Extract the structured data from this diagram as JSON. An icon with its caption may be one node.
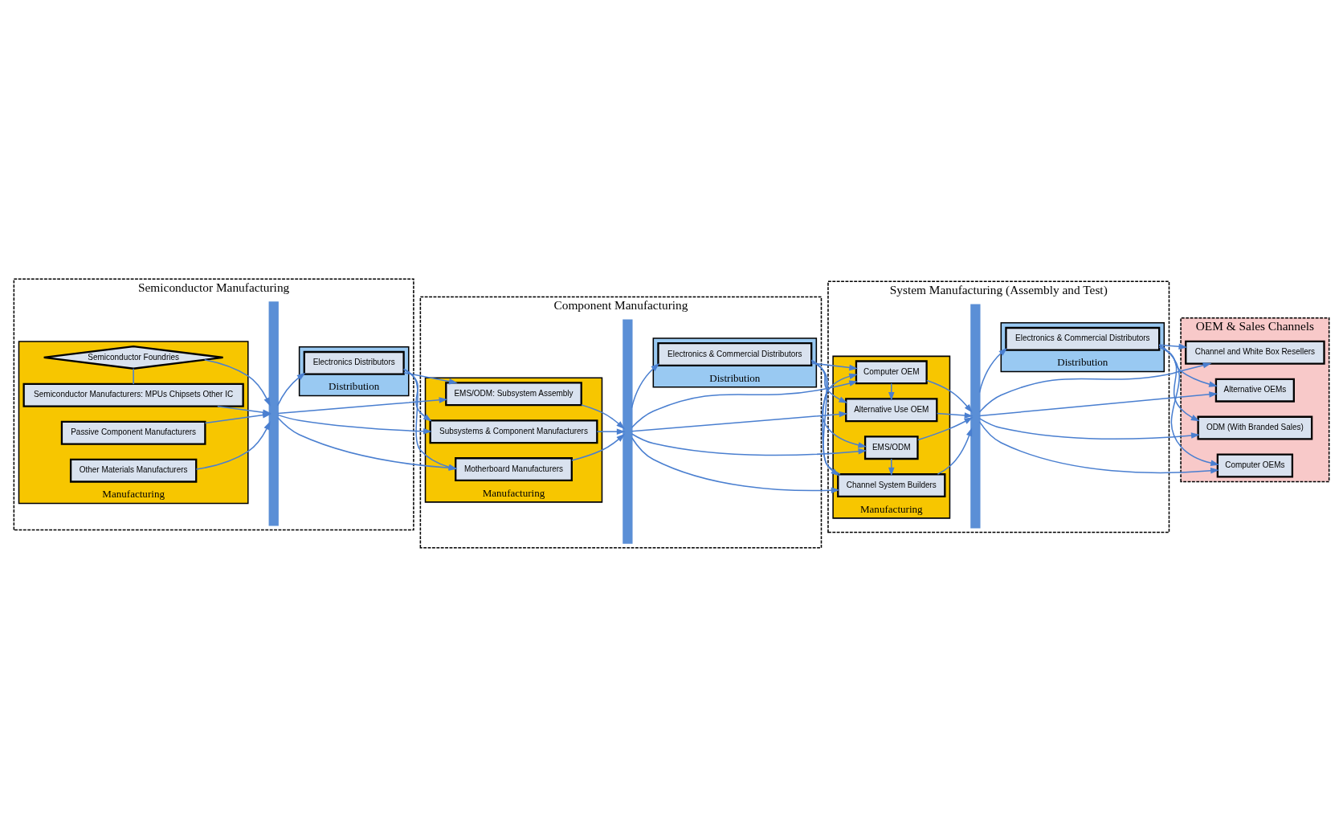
{
  "diagram": {
    "nodes": [
      {
        "text": [
          "Semiconductor Manufacturing"
        ]
      },
      {
        "text": [
          "Manufacturing"
        ],
        "in": 0
      },
      {
        "text": [
          "Semiconductor Foundries"
        ],
        "in": 1
      },
      {
        "text": [
          "Semiconductor Manufacturers: MPUs Chipsets Other IC"
        ],
        "in": 1
      },
      {
        "text": [
          "Passive Component Manufacturers"
        ],
        "in": 1
      },
      {
        "text": [
          "Other Materials Manufacturers"
        ],
        "in": 1
      },
      {
        "text": [],
        "shape": "bar",
        "in": 0
      },
      {
        "text": [
          "Distribution"
        ],
        "in": 0
      },
      {
        "text": [
          "Electronics Distributors"
        ],
        "in": 7
      },
      {
        "text": [
          "Component Manufacturing"
        ]
      },
      {
        "text": [
          "Manufacturing"
        ],
        "in": 9
      },
      {
        "text": [
          "Motherboard Manufacturers"
        ],
        "in": 10
      },
      {
        "text": [
          "EMS/ODM: Subsystem Assembly"
        ],
        "in": 10
      },
      {
        "text": [
          "Subsystems & Component Manufacturers"
        ],
        "in": 10
      },
      {
        "text": [],
        "shape": "bar",
        "in": 9
      },
      {
        "text": [
          "Distribution"
        ],
        "in": 9
      },
      {
        "text": [
          "Electronics & Commercial Distributors"
        ],
        "in": 15
      },
      {
        "text": [
          "System Manufacturing (Assembly and Test)"
        ]
      },
      {
        "text": [
          "Manufacturing"
        ],
        "in": 17
      },
      {
        "text": [
          "EMS/ODM"
        ],
        "in": 18
      },
      {
        "text": [
          "Channel System Builders"
        ],
        "in": 18
      },
      {
        "text": [
          "Computer OEM"
        ],
        "in": 18
      },
      {
        "text": [
          "Alternative Use OEM"
        ],
        "in": 18
      },
      {
        "text": [],
        "shape": "bar",
        "in": 17
      },
      {
        "text": [
          "Distribution"
        ],
        "in": 17
      },
      {
        "text": [
          "Electronics & Commercial Distributors"
        ],
        "in": 24
      },
      {
        "text": [
          "OEM & Sales Channels"
        ]
      },
      {
        "text": [
          "ODM (With Branded Sales)"
        ],
        "in": 26
      },
      {
        "text": [
          "Computer OEMs"
        ],
        "in": 26
      },
      {
        "text": [
          "Channel and White Box Resellers"
        ],
        "in": 26
      },
      {
        "text": [
          "Alternative OEMs"
        ],
        "in": 26
      }
    ],
    "edges": [
      {
        "from": 2,
        "to": 3,
        "arrow": "none"
      },
      {
        "from": 2,
        "to": 6,
        "arrow": "to"
      },
      {
        "from": 3,
        "to": 6,
        "arrow": "to"
      },
      {
        "from": 4,
        "to": 6,
        "arrow": "to"
      },
      {
        "from": 5,
        "to": 6,
        "arrow": "to"
      },
      {
        "from": 6,
        "to": 8,
        "arrow": "to"
      },
      {
        "from": 6,
        "to": 11,
        "arrow": "to"
      },
      {
        "from": 6,
        "to": 12,
        "arrow": "to"
      },
      {
        "from": 6,
        "to": 13,
        "arrow": "to"
      },
      {
        "from": 8,
        "to": 11,
        "arrow": "to"
      },
      {
        "from": 8,
        "to": 12,
        "arrow": "to"
      },
      {
        "from": 8,
        "to": 13,
        "arrow": "to"
      },
      {
        "from": 11,
        "to": 14,
        "arrow": "to"
      },
      {
        "from": 12,
        "to": 14,
        "arrow": "to"
      },
      {
        "from": 13,
        "to": 14,
        "arrow": "to"
      },
      {
        "from": 14,
        "to": 16,
        "arrow": "to"
      },
      {
        "from": 14,
        "to": 19,
        "arrow": "to"
      },
      {
        "from": 14,
        "to": 20,
        "arrow": "to"
      },
      {
        "from": 14,
        "to": 21,
        "arrow": "to"
      },
      {
        "from": 14,
        "to": 22,
        "arrow": "to"
      },
      {
        "from": 16,
        "to": 19,
        "arrow": "to"
      },
      {
        "from": 16,
        "to": 20,
        "arrow": "to"
      },
      {
        "from": 16,
        "to": 21,
        "arrow": "to"
      },
      {
        "from": 16,
        "to": 22,
        "arrow": "to"
      },
      {
        "from": 19,
        "to": 20,
        "arrow": "to"
      },
      {
        "from": 20,
        "to": 21,
        "arrow": "to"
      },
      {
        "from": 21,
        "to": 22,
        "arrow": "to"
      },
      {
        "from": 19,
        "to": 23,
        "arrow": "to"
      },
      {
        "from": 20,
        "to": 23,
        "arrow": "to"
      },
      {
        "from": 21,
        "to": 23,
        "arrow": "to"
      },
      {
        "from": 22,
        "to": 23,
        "arrow": "to"
      },
      {
        "from": 23,
        "to": 25,
        "arrow": "to"
      },
      {
        "from": 23,
        "to": 27,
        "arrow": "to"
      },
      {
        "from": 23,
        "to": 28,
        "arrow": "to"
      },
      {
        "from": 23,
        "to": 29,
        "arrow": "to"
      },
      {
        "from": 23,
        "to": 30,
        "arrow": "to"
      },
      {
        "from": 25,
        "to": 27,
        "arrow": "to"
      },
      {
        "from": 25,
        "to": 28,
        "arrow": "to"
      },
      {
        "from": 25,
        "to": 29,
        "arrow": "to"
      },
      {
        "from": 25,
        "to": 30,
        "arrow": "to"
      }
    ]
  }
}
